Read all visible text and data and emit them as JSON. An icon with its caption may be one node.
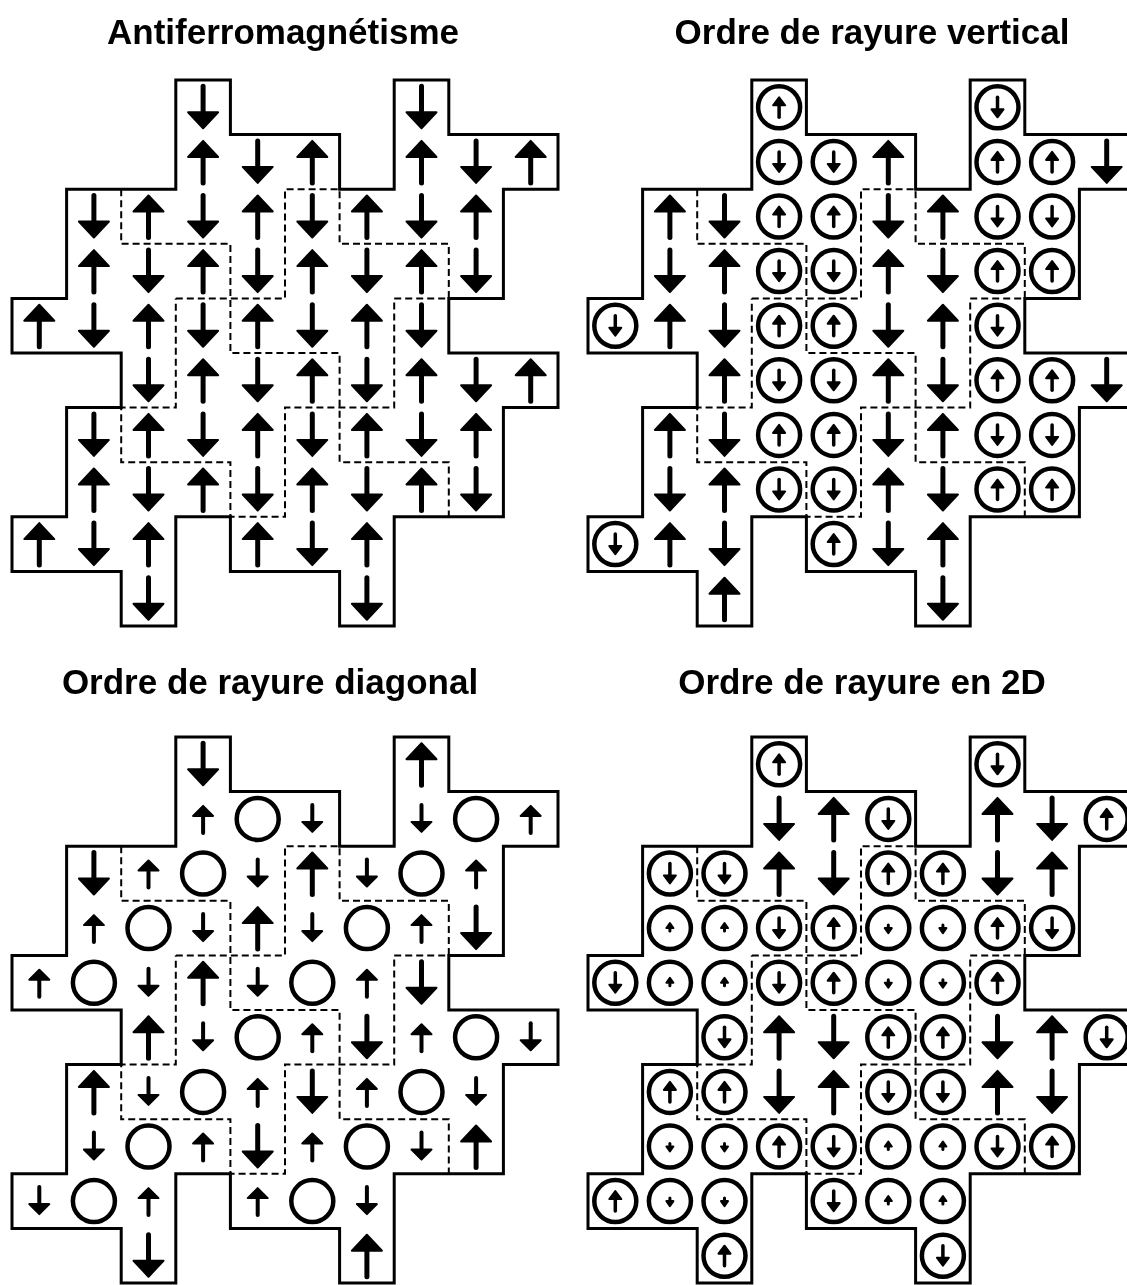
{
  "diagram": {
    "labels": [
      "Antiferromagnétisme",
      "Ordre de rayure vertical",
      "Ordre de rayure diagonal",
      "Ordre de rayure en 2D"
    ]
  }
}
